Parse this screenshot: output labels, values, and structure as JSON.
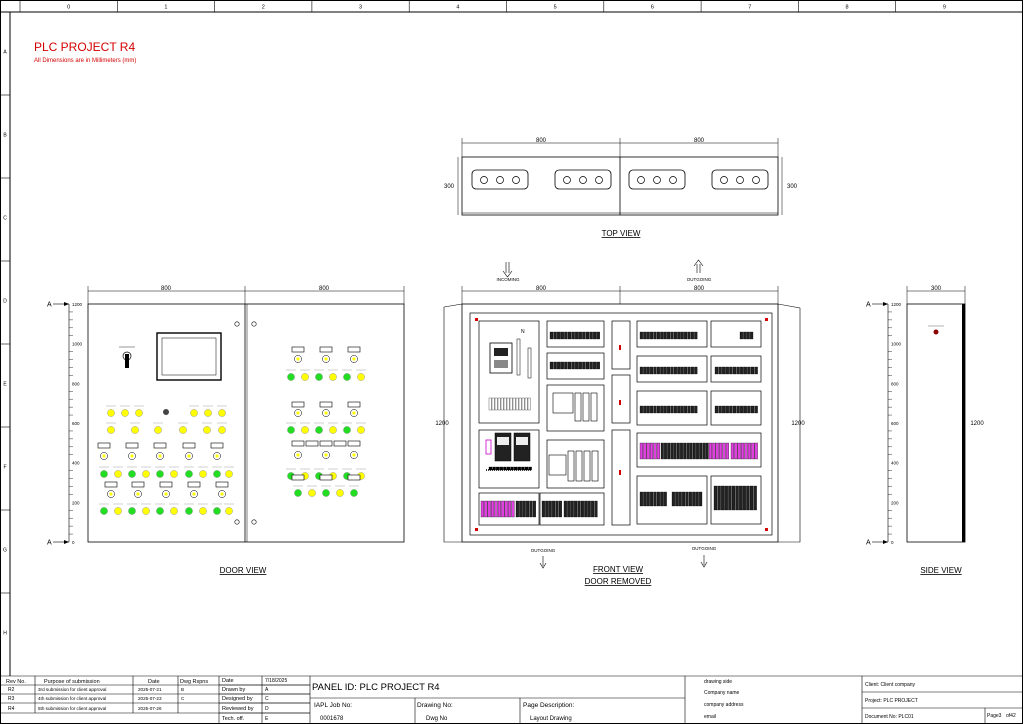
{
  "title_block": {
    "project_title": "PLC PROJECT R4",
    "dimension_note": "All Dimensions are in Millimeters (mm)"
  },
  "grid": {
    "columns": [
      "0",
      "1",
      "2",
      "3",
      "4",
      "5",
      "6",
      "7",
      "8",
      "9"
    ],
    "rows": [
      "A",
      "B",
      "C",
      "D",
      "E",
      "F",
      "G",
      "H"
    ]
  },
  "views": {
    "top": {
      "label": "TOP VIEW",
      "width_left": "800",
      "width_right": "800",
      "depth": "300"
    },
    "door": {
      "label": "DOOR VIEW",
      "width_left": "800",
      "width_right": "800"
    },
    "front": {
      "label": "FRONT VIEW",
      "sublabel": "DOOR REMOVED",
      "width_left": "800",
      "width_right": "800",
      "height": "1200",
      "incoming": "INCOMING",
      "outgoing_top": "OUTGOING",
      "outgoing_bottom": "OUTGOING"
    },
    "side": {
      "label": "SIDE VIEW",
      "width": "300",
      "height": "1200"
    }
  },
  "scale": {
    "marker": "A",
    "ticks": [
      "1200",
      "1000",
      "800",
      "600",
      "400",
      "200",
      "0"
    ]
  },
  "revisions": {
    "headers": [
      "Rev No.",
      "Purpose of submission",
      "Date",
      "Dwg Rspns"
    ],
    "rows": [
      [
        "R2",
        "3rd submission for client approval",
        "2025-07-21",
        "B"
      ],
      [
        "R3",
        "4th submission for client approval",
        "2025-07-23",
        "C"
      ],
      [
        "R4",
        "5th submission for client approval",
        "2025-07-26",
        ""
      ]
    ]
  },
  "approvals": {
    "date_label": "Date",
    "date_value": "7/18/2025",
    "rows": [
      [
        "Drawn by",
        "A"
      ],
      [
        "Designed by",
        "C"
      ],
      [
        "Reviewed by",
        "D"
      ],
      [
        "Tech. off.",
        "E"
      ]
    ]
  },
  "panel": {
    "panel_id": "PANEL ID: PLC PROJECT R4",
    "job_label": "IAPL Job No:",
    "job_value": "0001678",
    "drawing_label": "Drawing No:",
    "drawing_value": "Dwg No",
    "page_desc_label": "Page Description:",
    "page_desc_value": "Layout Drawing"
  },
  "company": {
    "lines": [
      "drawing side",
      "Company name",
      "company address",
      "email"
    ]
  },
  "client": {
    "client": "Client:   Client company",
    "project": "Project: PLC PROJECT",
    "document": "Document No: PLC01",
    "page": "Page3",
    "of_pages": "of42"
  },
  "colors": {
    "title_red": "#d40000",
    "lamp_yellow": "#ffff00",
    "lamp_green": "#22dd22",
    "terminal_magenta": "#e040e0"
  }
}
